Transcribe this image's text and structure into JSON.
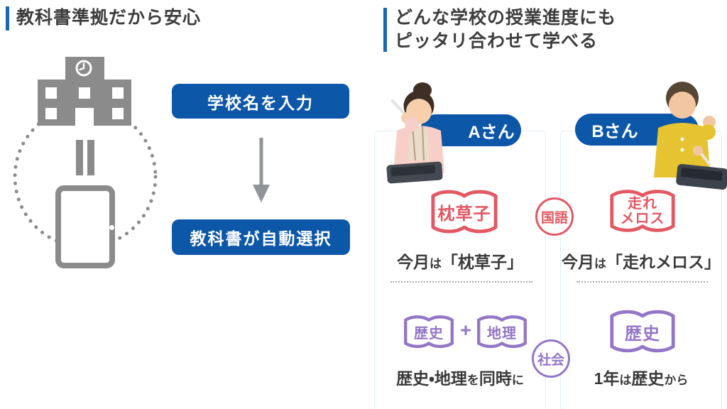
{
  "left_panel": {
    "title": "教科書準拠だから安心",
    "flow": {
      "step1_label": "学校名を入力",
      "step2_label": "教科書が自動選択"
    },
    "icons": {
      "school": "school-building-icon",
      "equals": "equals-icon",
      "tablet": "tablet-icon",
      "match_circle": "dotted-circle"
    }
  },
  "right_panel": {
    "title_line1": "どんな学校の授業進度にも",
    "title_line2": "ピッタリ合わせて学べる",
    "badges": {
      "top": "国語",
      "bottom": "社会"
    },
    "colA": {
      "student": "Aさん",
      "top_book": "枕草子",
      "top_caption": [
        [
          "今月",
          1
        ],
        [
          "は",
          0
        ],
        [
          "「枕草子」",
          1
        ]
      ],
      "bottom_book_left": "歴史",
      "bottom_plus": "+",
      "bottom_book_right": "地理",
      "bottom_caption": [
        [
          "歴史・地理",
          1
        ],
        [
          "を",
          0
        ],
        [
          "同時",
          1
        ],
        [
          "に",
          0
        ]
      ]
    },
    "colB": {
      "student": "Bさん",
      "top_book": [
        "走れ",
        "メロス"
      ],
      "top_caption": [
        [
          "今月",
          1
        ],
        [
          "は",
          0
        ],
        [
          "「走れメロス」",
          1
        ]
      ],
      "bottom_book": "歴史",
      "bottom_caption": [
        [
          "1年",
          1
        ],
        [
          "は",
          0
        ],
        [
          "歴史",
          1
        ],
        [
          "から",
          0
        ]
      ]
    }
  },
  "colors": {
    "brand_blue": "#0d57a9",
    "bar_blue": "#1b66b5",
    "kokugo_red": "#e25964",
    "shakai_purple": "#9376c6",
    "icon_gray": "#8b8b8b",
    "text_dark": "#3d3d3d"
  }
}
